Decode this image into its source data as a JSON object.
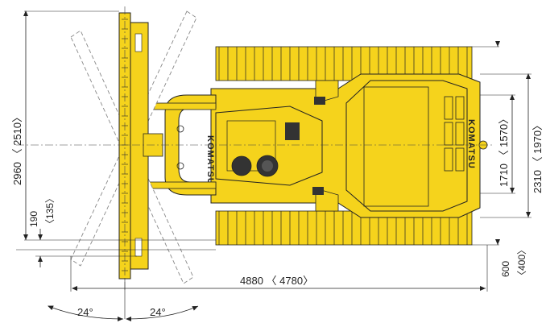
{
  "diagram": {
    "colors": {
      "yellow": "#f5d31c",
      "line": "#222222",
      "dash": "#777777"
    },
    "brand": "KOMATSU",
    "dimensions": {
      "overall_width": "2960 〈 2510〉",
      "blade_offset": "190",
      "blade_offset_alt": "〈135〉",
      "overall_length": "4880 〈 4780〉",
      "gauge": "1710 〈 1570〉",
      "track_width": "2310 〈 1970〉",
      "shoe_width": "600",
      "shoe_width_alt": "〈400〉",
      "angle_left": "24°",
      "angle_right": "24°"
    }
  }
}
